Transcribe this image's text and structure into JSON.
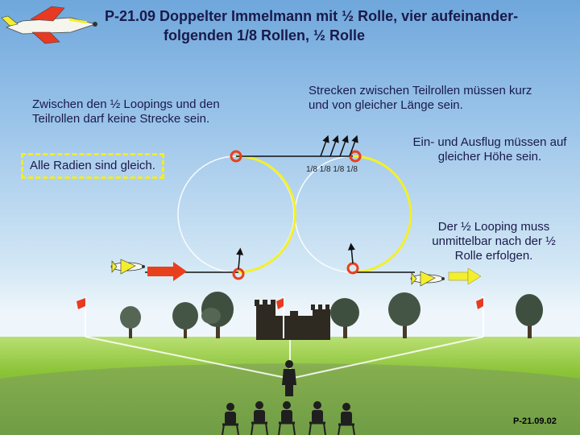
{
  "title": {
    "line1": "P-21.09 Doppelter Immelmann mit ½ Rolle, vier aufeinander-",
    "line2": "folgenden 1/8 Rollen, ½ Rolle"
  },
  "notes": {
    "no_line": "Zwischen den ½ Loopings und den Teilrollen darf keine Strecke sein.",
    "radii": "Alle Radien sind gleich.",
    "short_lines": "Strecken zwischen Teilrollen müssen kurz und von gleicher Länge sein.",
    "entry_exit": "Ein- und Ausflug müssen auf gleicher Höhe sein.",
    "half_loop": "Der ½ Looping muss unmittelbar nach der ½ Rolle erfolgen."
  },
  "roll_labels": "1/8 1/8 1/8 1/8",
  "slide_code": "P-21.09.02",
  "colors": {
    "sky_top": "#6fa7dc",
    "sky_horizon": "#eef6fb",
    "grass": "#8cc43a",
    "loop_line": "#f4ef2c",
    "roll_marker": "#e8401c",
    "entry_arrow": "#e8401c",
    "exit_arrow": "#f4ef2c",
    "text": "#1a1a4a"
  },
  "icons": [
    "aircraft-icon",
    "flag-icon",
    "tree-icon",
    "castle-icon",
    "pilot-icon",
    "judge-icon"
  ]
}
